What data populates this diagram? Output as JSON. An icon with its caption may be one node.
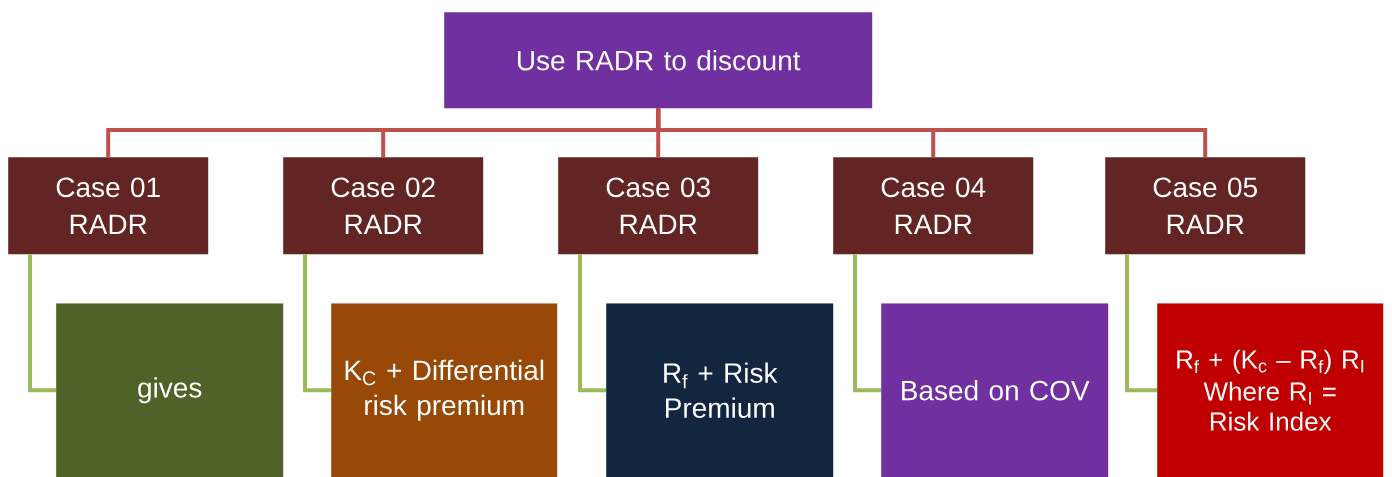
{
  "diagram": {
    "nodes": [
      {
        "text": [
          "Use RADR to discount"
        ]
      },
      {
        "text": [
          "Case 01",
          "RADR"
        ]
      },
      {
        "text": [
          "Case 02",
          "RADR"
        ]
      },
      {
        "text": [
          "Case 03",
          "RADR"
        ]
      },
      {
        "text": [
          "Case 04",
          "RADR"
        ]
      },
      {
        "text": [
          "Case 05",
          "RADR"
        ]
      },
      {
        "text": [
          "gives"
        ]
      },
      {
        "text": [
          "K$_{C}$ + Differential risk premium"
        ]
      },
      {
        "text": [
          "R$_{f}$ + Risk Premium"
        ]
      },
      {
        "text": [
          "Based on COV"
        ]
      },
      {
        "text": [
          "R$_{f}$ + (K$_{c}$ – R$_{f}$) R$_{I}$",
          "Where R$_{I}$ = Risk Index"
        ]
      }
    ],
    "edges": [
      {
        "from": 0,
        "to": 1,
        "arrow": "none",
        "color": "#c0504d"
      },
      {
        "from": 0,
        "to": 2,
        "arrow": "none",
        "color": "#c0504d"
      },
      {
        "from": 0,
        "to": 3,
        "arrow": "none",
        "color": "#c0504d"
      },
      {
        "from": 0,
        "to": 4,
        "arrow": "none",
        "color": "#c0504d"
      },
      {
        "from": 0,
        "to": 5,
        "arrow": "none",
        "color": "#c0504d"
      },
      {
        "from": 1,
        "to": 6,
        "arrow": "none",
        "color": "#9bbb59"
      },
      {
        "from": 2,
        "to": 7,
        "arrow": "none",
        "color": "#9bbb59"
      },
      {
        "from": 3,
        "to": 8,
        "arrow": "none",
        "color": "#9bbb59"
      },
      {
        "from": 4,
        "to": 9,
        "arrow": "none",
        "color": "#9bbb59"
      },
      {
        "from": 5,
        "to": 10,
        "arrow": "none",
        "color": "#9bbb59"
      }
    ]
  }
}
